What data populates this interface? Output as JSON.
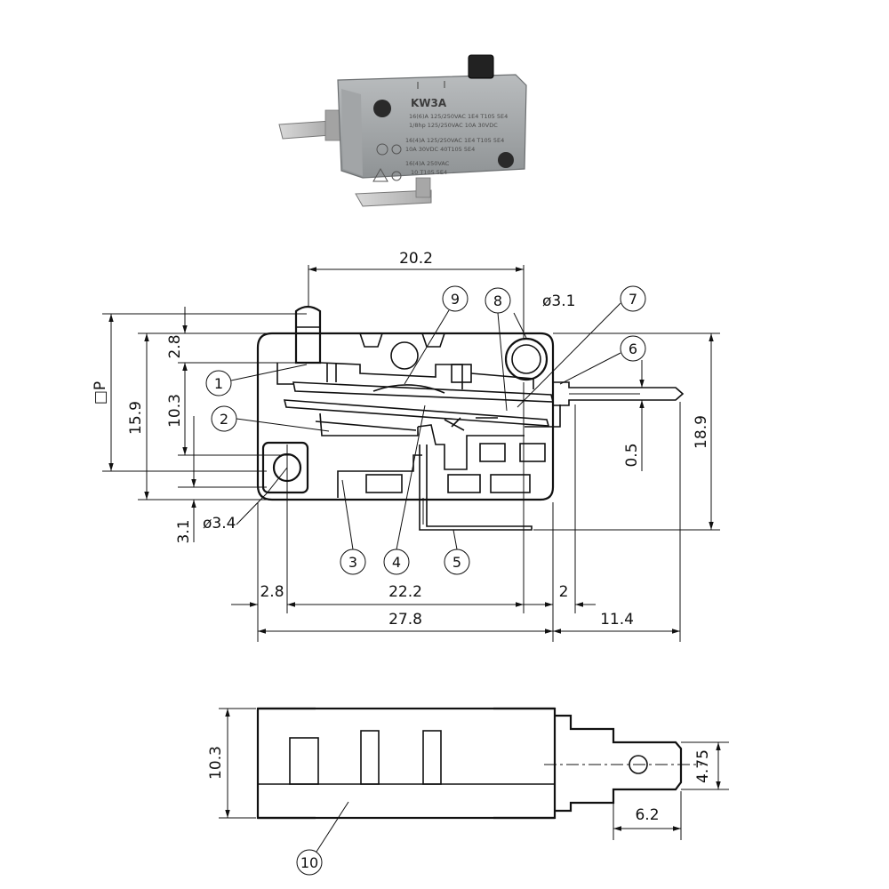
{
  "photo": {
    "model": "KW3A",
    "marking_lines": [
      "16(6)A 125/250VAC 1E4 T105 5E4",
      "1/8hp 125/250VAC 10A 30VDC",
      "16(4)A 125/250VAC 1E4 T105 5E4",
      "10A 30VDC 40T105 5E4",
      "16(4)A 250VAC",
      "10 T105 5E4"
    ]
  },
  "callouts": [
    "1",
    "2",
    "3",
    "4",
    "5",
    "6",
    "7",
    "8",
    "9",
    "10"
  ],
  "dimensions": {
    "overall_width_top": "20.2",
    "hole_top_right": "ø3.1",
    "hole_left": "ø3.4",
    "p_label": "□P",
    "d_15_9": "15.9",
    "d_10_3_left": "10.3",
    "d_2_8_top": "2.8",
    "d_3_1": "3.1",
    "d_0_5": "0.5",
    "d_18_9": "18.9",
    "d_2_8_bottom": "2.8",
    "d_22_2": "22.2",
    "d_2": "2",
    "d_27_8": "27.8",
    "d_11_4": "11.4",
    "side_10_3": "10.3",
    "side_4_75": "4.75",
    "side_6_2": "6.2"
  }
}
